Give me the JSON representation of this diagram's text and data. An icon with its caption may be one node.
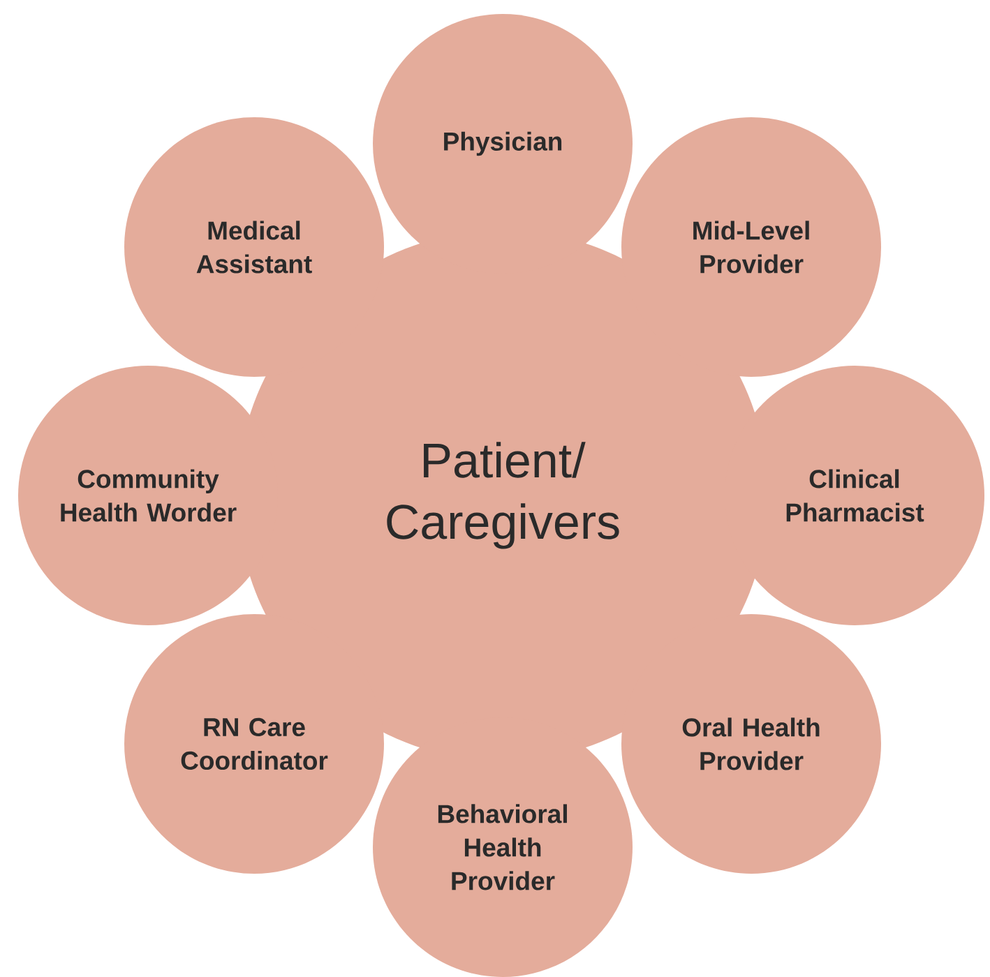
{
  "diagram": {
    "nodes": [
      {
        "text": [
          "Patient/ Caregivers"
        ]
      },
      {
        "text": [
          "Physician"
        ]
      },
      {
        "text": [
          "Mid-Level Provider"
        ]
      },
      {
        "text": [
          "Clinical Pharmacist"
        ]
      },
      {
        "text": [
          "Oral Health Provider"
        ]
      },
      {
        "text": [
          "Behavioral Health Provider"
        ]
      },
      {
        "text": [
          "RN Care Coordinator"
        ]
      },
      {
        "text": [
          "Community Health Worder"
        ]
      },
      {
        "text": [
          "Medical Assistant"
        ]
      }
    ]
  }
}
